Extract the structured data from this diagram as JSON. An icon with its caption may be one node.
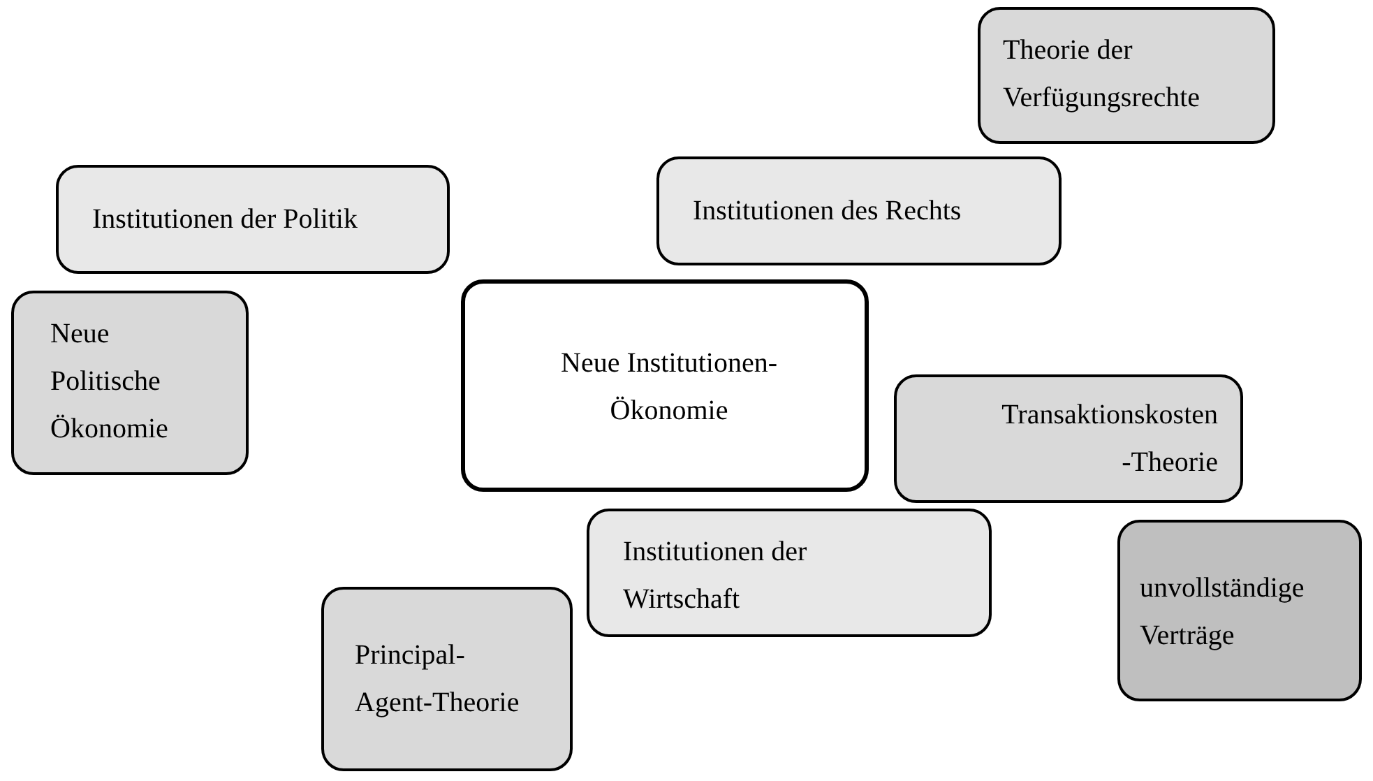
{
  "diagram": {
    "nodes": [
      {
        "text": [
          "Theorie der Verfügungsrechte"
        ]
      },
      {
        "text": [
          "Institutionen des Rechts"
        ]
      },
      {
        "text": [
          "Institutionen der Politik"
        ]
      },
      {
        "text": [
          "Neue Politische Ökonomie"
        ]
      },
      {
        "text": [
          "Neue Institutionen-Ökonomie"
        ]
      },
      {
        "text": [
          "Transaktionskosten -Theorie"
        ]
      },
      {
        "text": [
          "unvollständige Verträge"
        ]
      },
      {
        "text": [
          "Institutionen der Wirtschaft"
        ]
      },
      {
        "text": [
          "Principal- Agent-Theorie"
        ]
      }
    ],
    "edges": []
  }
}
